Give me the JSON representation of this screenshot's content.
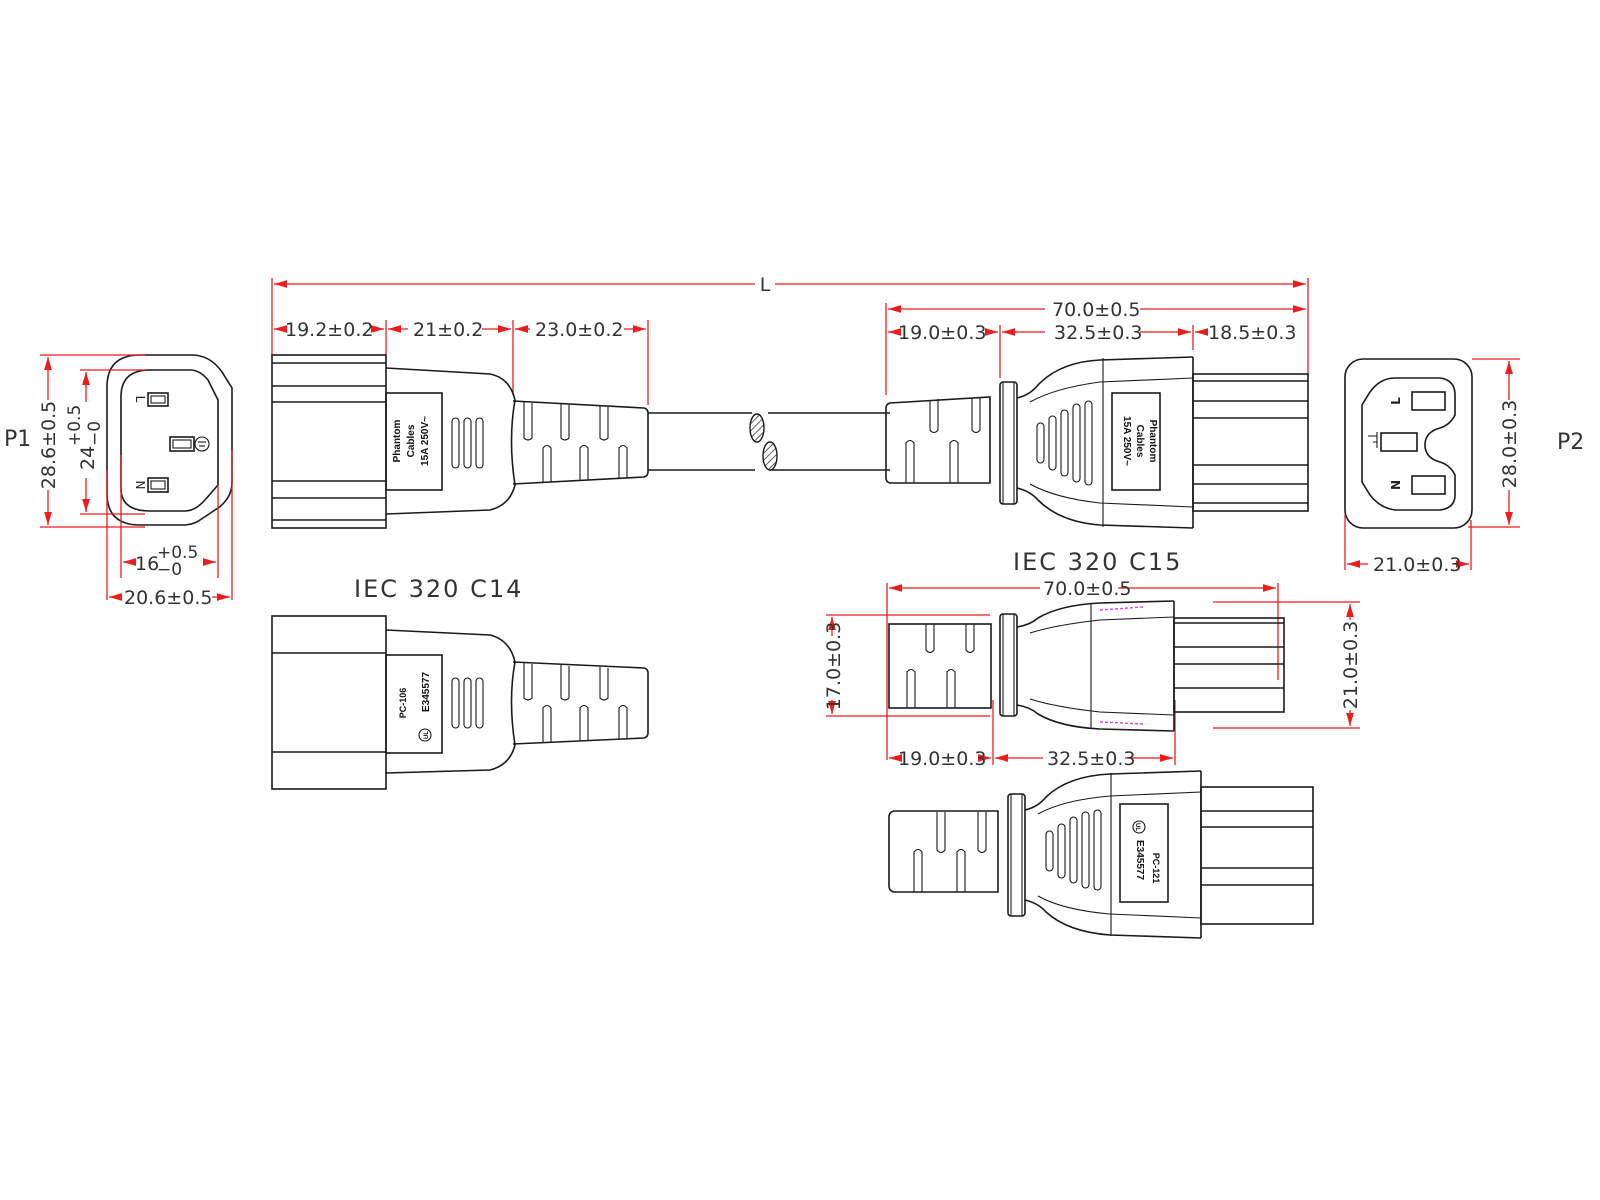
{
  "title": "Power cord drawing: IEC 320 C14 to IEC 320 C15",
  "ports": {
    "p1_label": "P1",
    "p2_label": "P2"
  },
  "overall": {
    "length_label": "L"
  },
  "p1_face": {
    "height_outer": "28.6±0.5",
    "height_inner_base": "24",
    "height_inner_tol_plus": "+0.5",
    "height_inner_tol_minus": "−0",
    "width_inner_base": "16",
    "width_inner_tol_plus": "+0.5",
    "width_inner_tol_minus": "−0",
    "width_outer": "20.6±0.5",
    "pins": {
      "line": "L",
      "neutral": "N",
      "earth": "⏚"
    }
  },
  "c14_top": {
    "dims": [
      "19.2±0.2",
      "21±0.2",
      "23.0±0.2"
    ],
    "label_lines": [
      "Phantom",
      "Cables",
      "15A 250V~"
    ]
  },
  "c15_top": {
    "overall": "70.0±0.5",
    "dims": [
      "19.0±0.3",
      "32.5±0.3",
      "18.5±0.3"
    ],
    "label_lines": [
      "Phantom",
      "Cables",
      "15A 250V~"
    ]
  },
  "p2_face": {
    "height": "28.0±0.3",
    "width": "21.0±0.3",
    "pins": {
      "line": "L",
      "neutral": "N",
      "earth": "⏚"
    }
  },
  "c14_view": {
    "title": "IEC 320 C14",
    "label_lines": [
      "PC-106",
      "E345577"
    ],
    "cert_mark": "UL"
  },
  "c15_view": {
    "title": "IEC 320 C15",
    "overall": "70.0±0.5",
    "height_left": "17.0±0.3",
    "height_right": "21.0±0.3",
    "dims": [
      "19.0±0.3",
      "32.5±0.3"
    ]
  },
  "c15_bottom": {
    "label_lines": [
      "PC-121",
      "E345577"
    ],
    "cert_mark": "UL"
  },
  "colors": {
    "dimension": "#ee1c1c",
    "outline": "#1a1a1a",
    "text": "#333333",
    "annotation": "#e040e0"
  }
}
